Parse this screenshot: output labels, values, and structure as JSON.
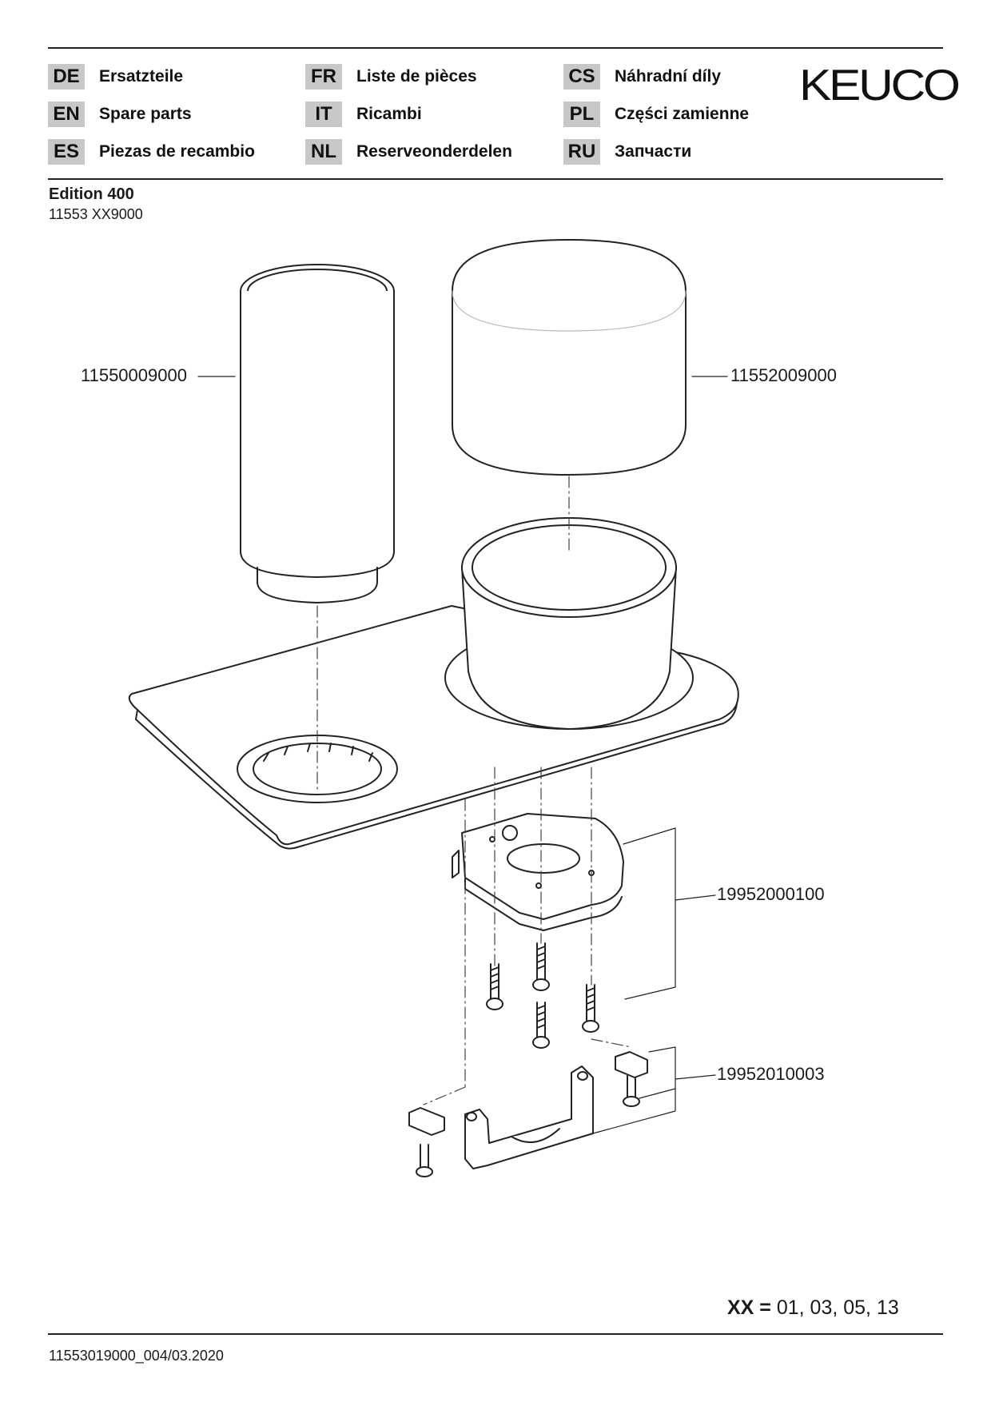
{
  "header": {
    "languages": [
      {
        "code": "DE",
        "label": "Ersatzteile"
      },
      {
        "code": "FR",
        "label": "Liste de pièces"
      },
      {
        "code": "CS",
        "label": "Náhradní díly"
      },
      {
        "code": "EN",
        "label": "Spare parts"
      },
      {
        "code": "IT",
        "label": "Ricambi"
      },
      {
        "code": "PL",
        "label": "Części zamienne"
      },
      {
        "code": "ES",
        "label": "Piezas de recambio"
      },
      {
        "code": "NL",
        "label": "Reserveonderdelen"
      },
      {
        "code": "RU",
        "label": "Запчасти"
      }
    ],
    "logo": "KEUCO"
  },
  "product": {
    "title": "Edition 400",
    "article": "11553 XX9000"
  },
  "parts": {
    "tumbler": "11550009000",
    "container": "11552009000",
    "holder": "19952000100",
    "bracket_set": "19952010003"
  },
  "footer": {
    "variants_key": "XX =",
    "variants_values": " 01, 03, 05, 13",
    "document_ref": "11553019000_004/03.2020"
  }
}
